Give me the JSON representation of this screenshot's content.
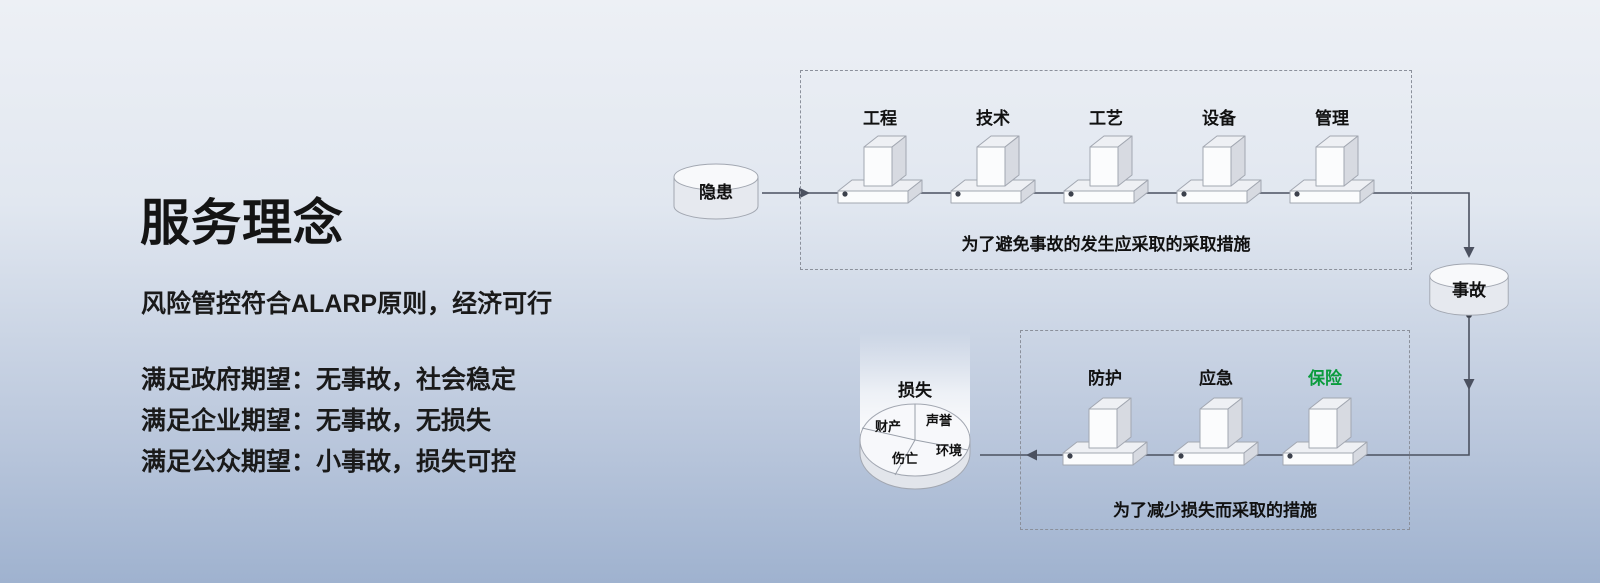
{
  "left_panel": {
    "title": "服务理念",
    "subtitle": "风险管控符合ALARP原则，经济可行",
    "expectations": [
      "满足政府期望：无事故，社会稳定",
      "满足企业期望：无事故，无损失",
      "满足公众期望：小事故，损失可控"
    ]
  },
  "diagram": {
    "hazard_label": "隐患",
    "accident_label": "事故",
    "loss_label": "损失",
    "prevention_barriers": [
      "工程",
      "技术",
      "工艺",
      "设备",
      "管理"
    ],
    "prevention_caption": "为了避免事故的发生应采取的采取措施",
    "mitigation_barriers": [
      {
        "label": "防护",
        "label_color": "#111111"
      },
      {
        "label": "应急",
        "label_color": "#111111"
      },
      {
        "label": "保险",
        "label_color": "#0a9b3d"
      }
    ],
    "mitigation_caption": "为了减少损失而采取的措施",
    "loss_segments": [
      "财产",
      "声誉",
      "伤亡",
      "环境"
    ],
    "colors": {
      "insurance_green": "#0a9b3d",
      "connector": "#4b5160",
      "background_top": "#edf0f5",
      "background_bottom": "#9fb2cf"
    }
  }
}
